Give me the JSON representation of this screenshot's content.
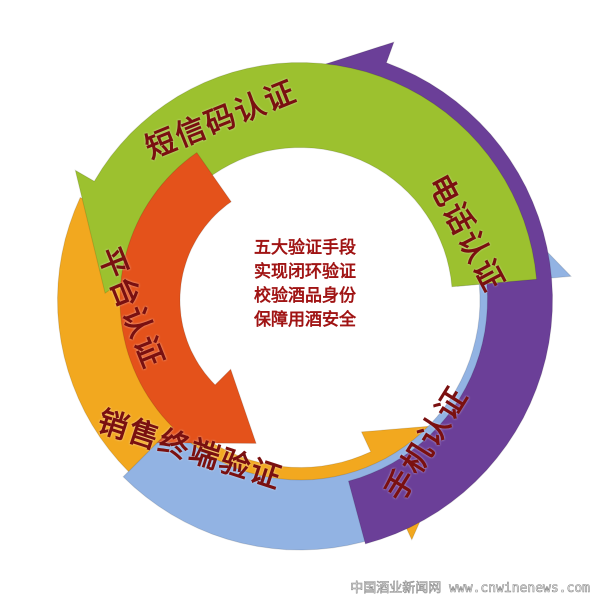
{
  "labels": {
    "sms": "短信码认证",
    "phone": "电话认证",
    "mobile": "手机认证",
    "terminal": "销售终端验证",
    "platform": "平台认证"
  },
  "center_lines": [
    "五大验证手段",
    "实现闭环验证",
    "校验酒品身份",
    "保障用酒安全"
  ],
  "watermark": "中国酒业新闻网  www.cnwinenews.com",
  "colors": {
    "green": "#9cc12f",
    "purple": "#6b3f98",
    "blue": "#92b3e3",
    "yellow": "#f2a81f",
    "red": "#e4521b",
    "text": "#7a1010"
  }
}
